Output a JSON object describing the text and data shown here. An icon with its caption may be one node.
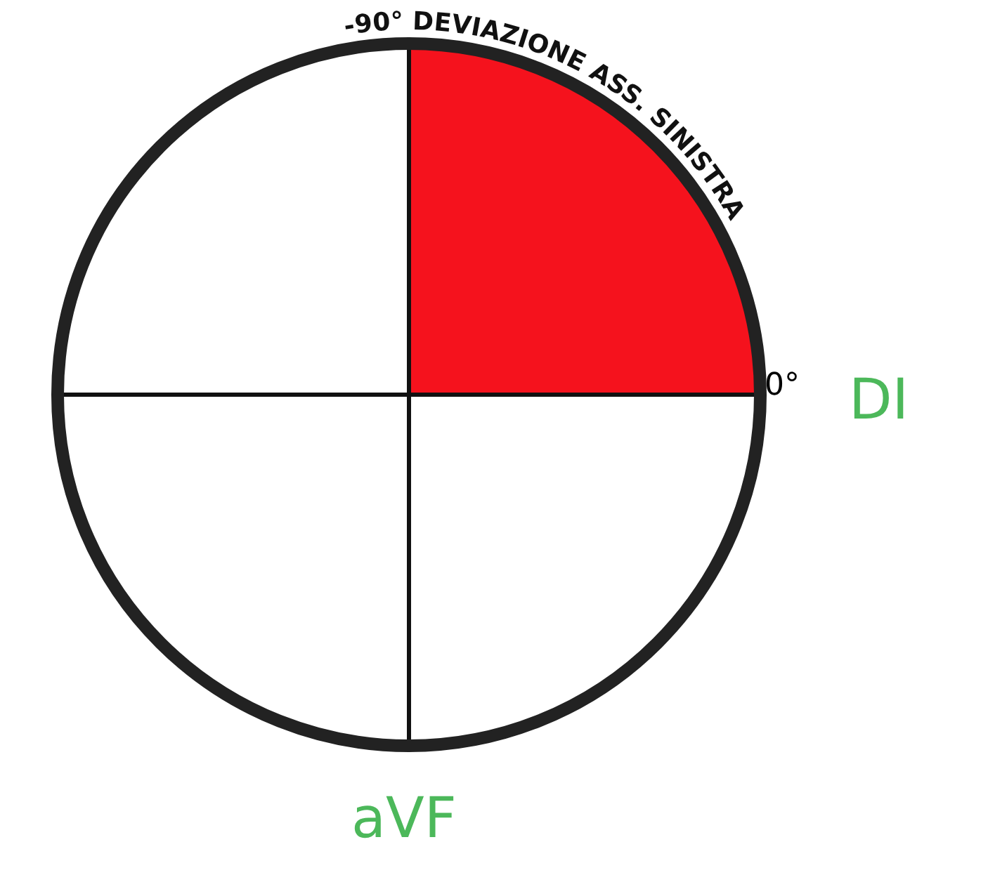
{
  "diagram": {
    "labels": [
      "-90° DEVIAZIONE ASS. SINISTRA",
      "0°",
      "DI",
      "aVF"
    ]
  }
}
